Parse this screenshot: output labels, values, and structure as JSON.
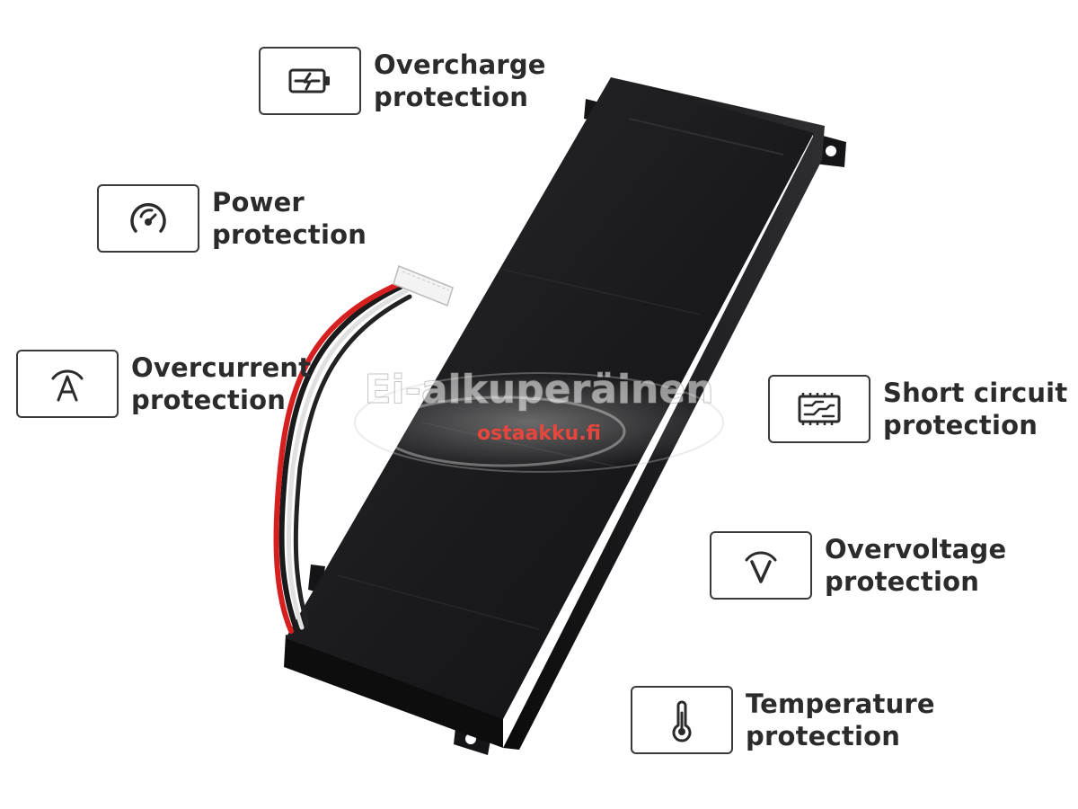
{
  "features": [
    {
      "id": "overcharge",
      "icon": "battery-charge-icon",
      "lines": [
        "Overcharge",
        "protection"
      ]
    },
    {
      "id": "power",
      "icon": "gauge-icon",
      "lines": [
        "Power",
        "protection"
      ]
    },
    {
      "id": "overcurrent",
      "icon": "ampere-icon",
      "lines": [
        "Overcurrent",
        "protection"
      ]
    },
    {
      "id": "short-circuit",
      "icon": "circuit-board-icon",
      "lines": [
        "Short circuit",
        "protection"
      ]
    },
    {
      "id": "overvoltage",
      "icon": "voltage-icon",
      "lines": [
        "Overvoltage",
        "protection"
      ]
    },
    {
      "id": "temperature",
      "icon": "thermometer-icon",
      "lines": [
        "Temperature",
        "protection"
      ]
    }
  ],
  "watermark": {
    "main": "Ei-alkuperäinen",
    "sub": "ostaakku.fi"
  },
  "colors": {
    "battery_body": "#1c1c1e",
    "icon_stroke": "#2b2b2b",
    "watermark_sub": "#e8453c"
  }
}
